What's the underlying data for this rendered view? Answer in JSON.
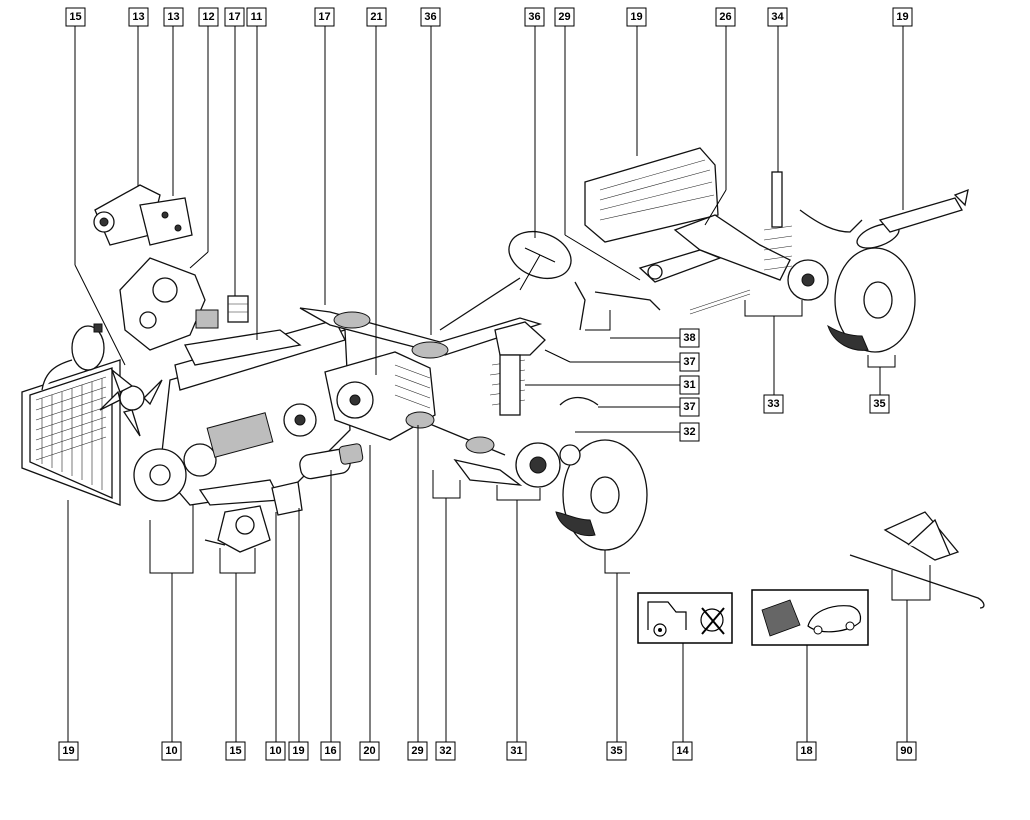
{
  "colors": {
    "ink": "#000000",
    "paper": "#ffffff",
    "shade": "#333333"
  },
  "callouts": {
    "c15_top": "15",
    "c13_a": "13",
    "c13_b": "13",
    "c12": "12",
    "c17_a": "17",
    "c11": "11",
    "c17_b": "17",
    "c21": "21",
    "c36_a": "36",
    "c36_b": "36",
    "c29_top": "29",
    "c19_top": "19",
    "c26": "26",
    "c34": "34",
    "c19_exhaust": "19",
    "c38": "38",
    "c37_a": "37",
    "c31_mid": "31",
    "c37_b": "37",
    "c32_mid": "32",
    "c33": "33",
    "c35_top": "35",
    "c19_bot": "19",
    "c10_a": "10",
    "c15_bot": "15",
    "c10_b": "10",
    "c19_bot2": "19",
    "c16": "16",
    "c20": "20",
    "c29_bot": "29",
    "c32_bot": "32",
    "c31_bot": "31",
    "c35_bot": "35",
    "c14": "14",
    "c18": "18",
    "c90": "90"
  }
}
